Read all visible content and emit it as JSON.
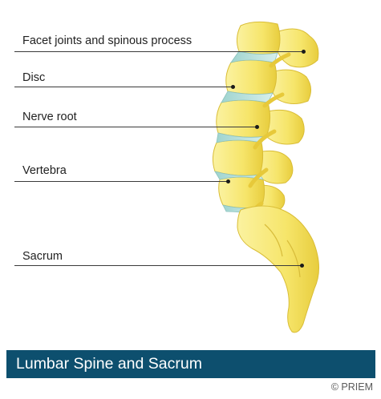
{
  "labels": {
    "facet": "Facet joints and spinous process",
    "disc": "Disc",
    "nerve": "Nerve root",
    "vertebra": "Vertebra",
    "sacrum": "Sacrum"
  },
  "banner": {
    "title": "Lumbar Spine and Sacrum"
  },
  "footer": {
    "copyright": "© PRIEM"
  },
  "colors": {
    "bone": "#f7ea7a",
    "bone_shadow": "#e2c53a",
    "disc": "#bfe3df",
    "banner_bg": "#0d4f6e",
    "banner_text": "#ffffff"
  }
}
